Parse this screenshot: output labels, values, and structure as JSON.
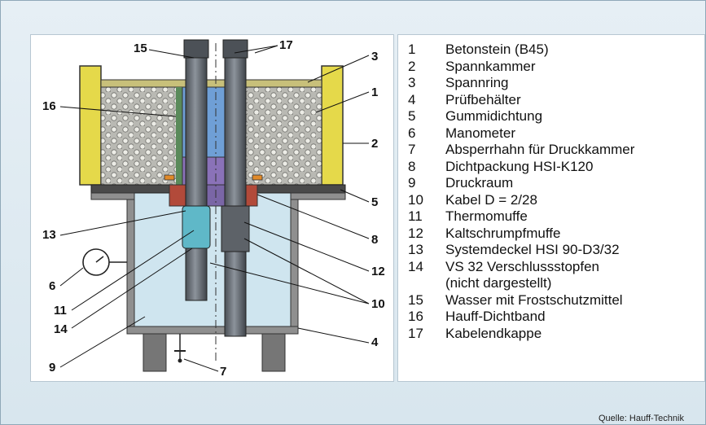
{
  "callouts": {
    "n1": "1",
    "n2": "2",
    "n3": "3",
    "n4": "4",
    "n5": "5",
    "n6": "6",
    "n7": "7",
    "n8": "8",
    "n9": "9",
    "n10": "10",
    "n11": "11",
    "n12": "12",
    "n13": "13",
    "n14": "14",
    "n15": "15",
    "n16": "16",
    "n17": "17"
  },
  "legend": {
    "items": [
      {
        "num": "1",
        "text": "Betonstein (B45)"
      },
      {
        "num": "2",
        "text": "Spannkammer"
      },
      {
        "num": "3",
        "text": "Spannring"
      },
      {
        "num": "4",
        "text": "Prüfbehälter"
      },
      {
        "num": "5",
        "text": "Gummidichtung"
      },
      {
        "num": "6",
        "text": "Manometer"
      },
      {
        "num": "7",
        "text": "Absperrhahn für Druckkammer"
      },
      {
        "num": "8",
        "text": "Dichtpackung HSI-K120"
      },
      {
        "num": "9",
        "text": "Druckraum"
      },
      {
        "num": "10",
        "text": "Kabel D = 2/28"
      },
      {
        "num": "11",
        "text": "Thermomuffe"
      },
      {
        "num": "12",
        "text": "Kaltschrumpfmuffe"
      },
      {
        "num": "13",
        "text": "Systemdeckel HSI 90-D3/32"
      },
      {
        "num": "14",
        "text": "VS 32 Verschlussstopfen"
      },
      {
        "num": "15",
        "text": "Wasser mit Frostschutzmittel"
      },
      {
        "num": "16",
        "text": "Hauff-Dichtband"
      },
      {
        "num": "17",
        "text": "Kabelendkappe"
      }
    ],
    "item14_continuation": "(nicht dargestellt)"
  },
  "source": "Quelle: Hauff-Technik"
}
